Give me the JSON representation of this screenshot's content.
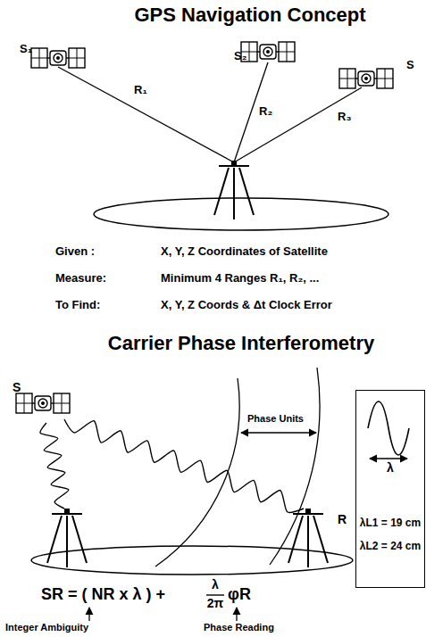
{
  "diagram": {
    "title": "GPS Navigation Concept",
    "nodes": [
      {
        "text": [
          "λ",
          "λL1 = 19 cm",
          "λL2 = 24 cm"
        ]
      }
    ],
    "labels": [
      "S₁",
      "S₂",
      "S",
      "R₁",
      "R₂",
      "R₃",
      "Given :",
      "X, Y, Z Coordinates of Satellite",
      "Measure:",
      "Minimum 4 Ranges R₁, R₂, ...",
      "To Find:",
      "X, Y, Z Coords & Δt Clock Error",
      "Carrier Phase Interferometry",
      "S",
      "Phase Units",
      "R",
      "SR = ( NR x λ ) +",
      "λ",
      "2π",
      "φR",
      "Integer Ambiguity",
      "Phase Reading"
    ]
  }
}
